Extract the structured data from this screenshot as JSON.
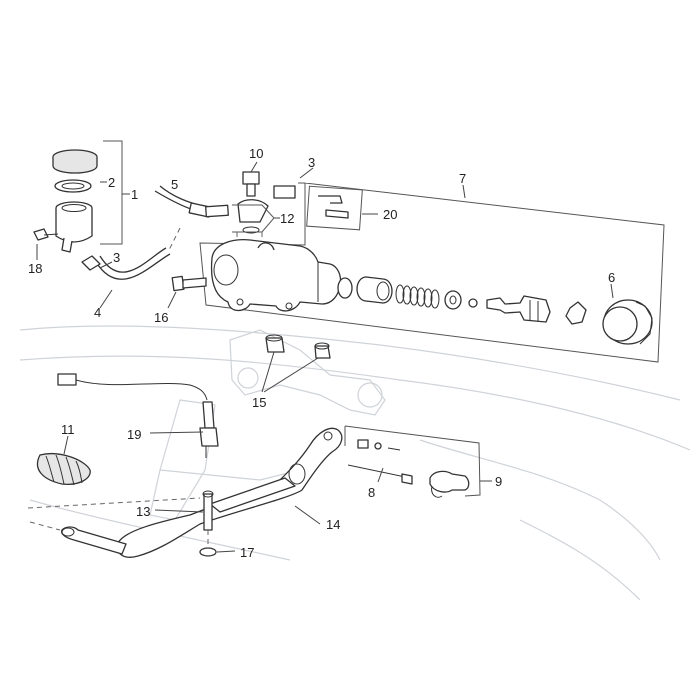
{
  "callouts": {
    "c1": "1",
    "c2": "2",
    "c3a": "3",
    "c3b": "3",
    "c4": "4",
    "c5": "5",
    "c6": "6",
    "c7": "7",
    "c8": "8",
    "c9": "9",
    "c10": "10",
    "c11": "11",
    "c12": "12",
    "c13": "13",
    "c14": "14",
    "c15": "15",
    "c16": "16",
    "c17": "17",
    "c18": "18",
    "c19": "19",
    "c20": "20"
  }
}
